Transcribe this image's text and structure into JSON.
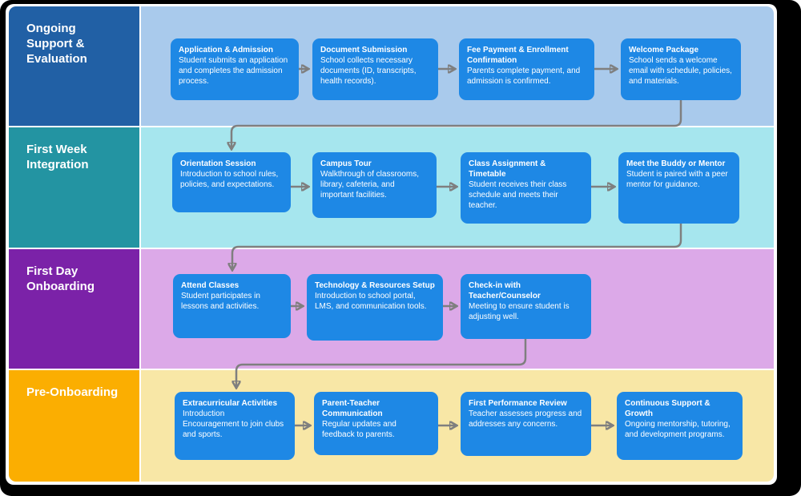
{
  "diagram": {
    "node_color": "#1E88E5",
    "connector_color": "#7F7F7F",
    "text_color": "#FFFFFF",
    "lanes": [
      {
        "label": "Ongoing Support & Evaluation",
        "header_color": "#2160A5",
        "body_color": "#A9CAEC",
        "boxes": [
          {
            "title": "Application & Admission",
            "body": "Student submits an application and completes the admission process."
          },
          {
            "title": "Document Submission",
            "body": "School collects necessary documents (ID, transcripts, health records)."
          },
          {
            "title": "Fee Payment & Enrollment Confirmation",
            "body": "Parents complete payment, and admission is confirmed."
          },
          {
            "title": "Welcome Package",
            "body": "School sends a welcome email with schedule, policies, and materials."
          }
        ]
      },
      {
        "label": "First Week Integration",
        "header_color": "#2394A2",
        "body_color": "#A6E6EE",
        "boxes": [
          {
            "title": "Orientation Session",
            "body": "Introduction to school rules, policies, and expectations."
          },
          {
            "title": "Campus Tour",
            "body": "Walkthrough of classrooms, library, cafeteria, and important facilities."
          },
          {
            "title": "Class Assignment & Timetable",
            "body": "Student receives their class schedule and meets their teacher."
          },
          {
            "title": "Meet the Buddy or Mentor",
            "body": "Student is paired with a peer mentor for guidance."
          }
        ]
      },
      {
        "label": "First Day Onboarding",
        "header_color": "#7B22A8",
        "body_color": "#DCA9E8",
        "boxes": [
          {
            "title": "Attend Classes",
            "body": "Student participates in lessons and activities."
          },
          {
            "title": "Technology & Resources Setup",
            "body": "Introduction to school portal, LMS, and communication tools."
          },
          {
            "title": "Check-in with Teacher/Counselor",
            "body": "Meeting to ensure student is adjusting well."
          }
        ]
      },
      {
        "label": "Pre-Onboarding",
        "header_color": "#FBAE01",
        "body_color": "#F8E7A6",
        "boxes": [
          {
            "title": "Extracurricular Activities",
            "body": "Introduction\nEncouragement to join clubs and sports."
          },
          {
            "title": "Parent-Teacher Communication",
            "body": "Regular updates and feedback to parents."
          },
          {
            "title": "First Performance Review",
            "body": "Teacher assesses progress and addresses any concerns."
          },
          {
            "title": "Continuous Support & Growth",
            "body": "Ongoing mentorship, tutoring, and development programs."
          }
        ]
      }
    ]
  }
}
